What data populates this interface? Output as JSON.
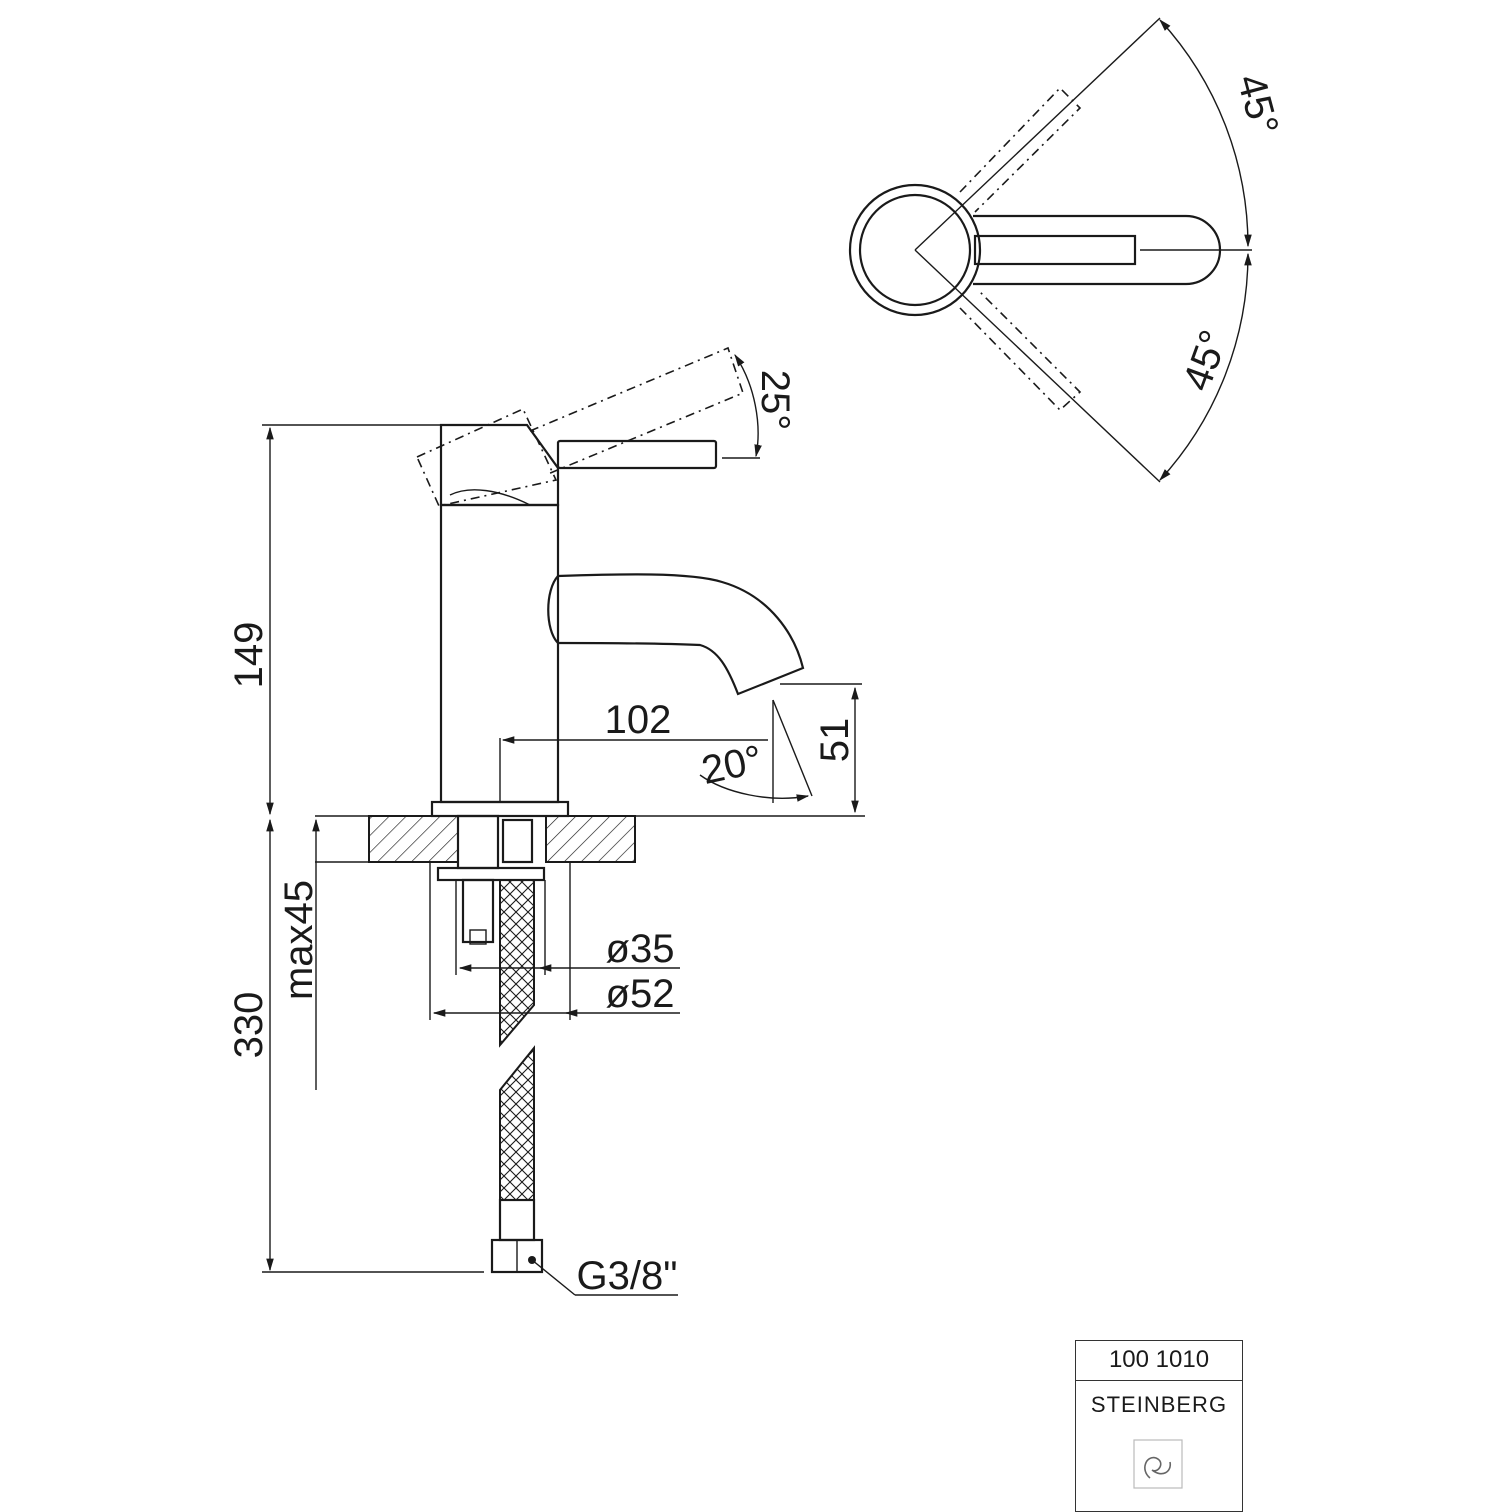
{
  "dimensions": {
    "height_total": "149",
    "depth_below": "330",
    "counter_max": "max45",
    "spout_reach": "102",
    "spout_height": "51",
    "spout_angle": "20°",
    "lever_tilt": "25°",
    "rotation_up": "45°",
    "rotation_down": "45°",
    "hole_dia_small": "ø35",
    "hole_dia_large": "ø52",
    "thread": "G3/8\""
  },
  "title_block": {
    "code": "100 1010",
    "brand": "STEINBERG",
    "logo_icon": "steinberg-logo-icon"
  }
}
